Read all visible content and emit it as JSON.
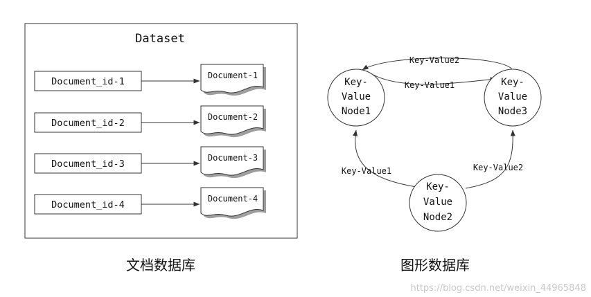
{
  "document_db": {
    "title": "Dataset",
    "caption": "文档数据库",
    "rows": [
      {
        "key": "Document_id-1",
        "doc": "Document-1"
      },
      {
        "key": "Document_id-2",
        "doc": "Document-2"
      },
      {
        "key": "Document_id-3",
        "doc": "Document-3"
      },
      {
        "key": "Document_id-4",
        "doc": "Document-4"
      }
    ]
  },
  "graph_db": {
    "caption": "图形数据库",
    "nodes": [
      {
        "line1": "Key-",
        "line2": "Value",
        "line3": "Node1"
      },
      {
        "line1": "Key-",
        "line2": "Value",
        "line3": "Node3"
      },
      {
        "line1": "Key-",
        "line2": "Value",
        "line3": "Node2"
      }
    ],
    "edges": [
      {
        "label": "Key-Value2"
      },
      {
        "label": "Key-Value1"
      },
      {
        "label": "Key-Value1"
      },
      {
        "label": "Key-Value2"
      }
    ]
  },
  "watermark": "https://blog.csdn.net/weixin_44965848",
  "colors": {
    "stroke": "#333333",
    "text": "#111111",
    "doc_shadow": "#9e9e9e",
    "watermark": "#c8c8c8"
  }
}
